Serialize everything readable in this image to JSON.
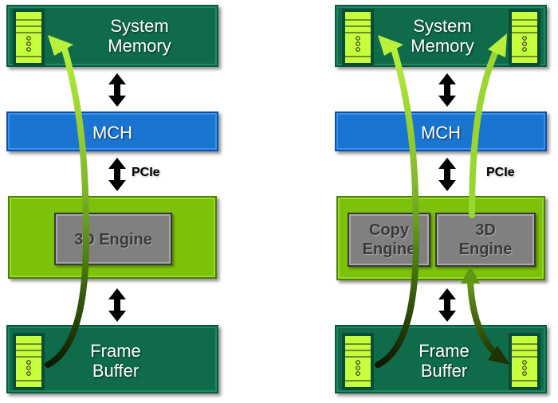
{
  "left_diagram": {
    "system_memory": {
      "line1": "System",
      "line2": "Memory"
    },
    "mch": "MCH",
    "pcie": "PCIe",
    "gpu": {
      "engines": [
        {
          "line1": "3D Engine",
          "line2": ""
        }
      ]
    },
    "frame_buffer": {
      "line1": "Frame",
      "line2": "Buffer"
    }
  },
  "right_diagram": {
    "system_memory": {
      "line1": "System",
      "line2": "Memory"
    },
    "mch": "MCH",
    "pcie": "PCIe",
    "gpu": {
      "engines": [
        {
          "line1": "Copy",
          "line2": "Engine"
        },
        {
          "line1": "3D",
          "line2": "Engine"
        }
      ]
    },
    "frame_buffer": {
      "line1": "Frame",
      "line2": "Buffer"
    }
  },
  "colors": {
    "memory_green": "#0f6b4a",
    "mch_blue": "#1a75d1",
    "gpu_green": "#7cc20a",
    "engine_gray": "#808080",
    "chip_lime": "#c6ff3c",
    "flow_light": "#a8e03a",
    "flow_dark": "#1a2a05"
  }
}
